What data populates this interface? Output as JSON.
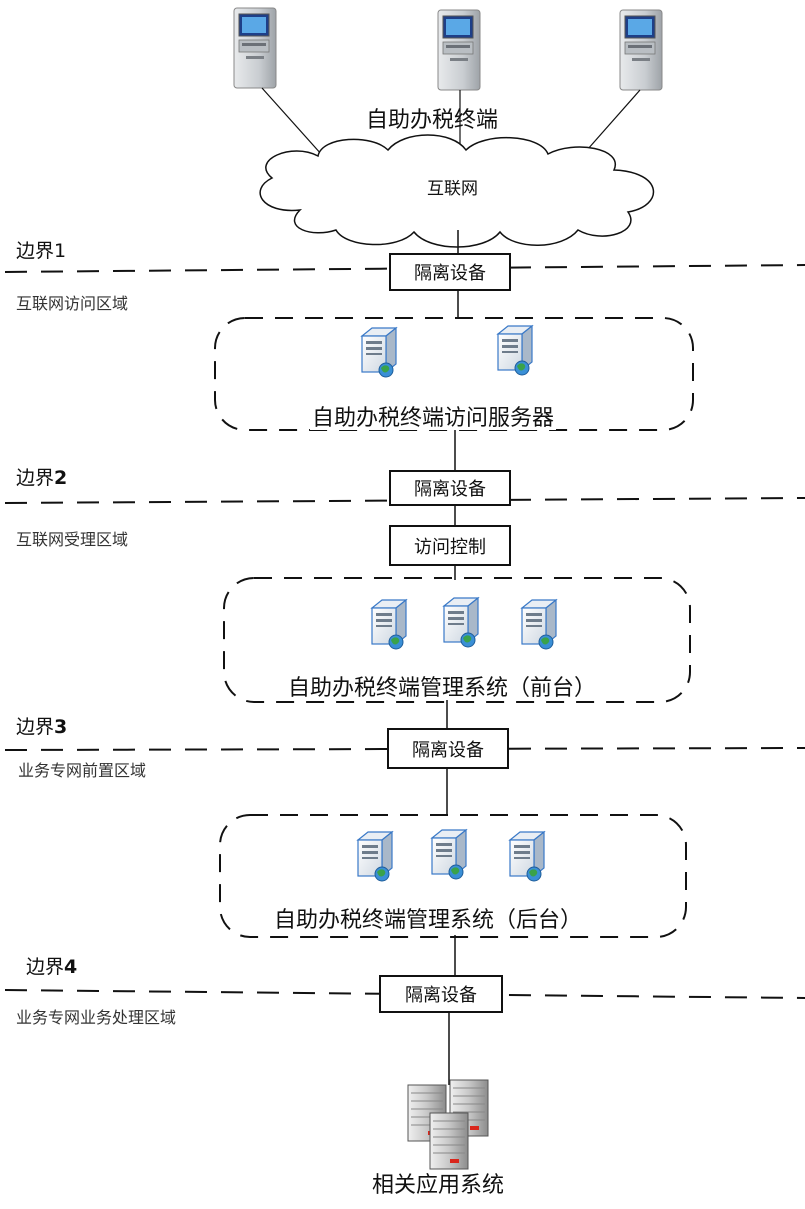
{
  "terminals_label": "自助办税终端",
  "internet_label": "互联网",
  "boundaries": [
    {
      "prefix": "边界",
      "num": "1"
    },
    {
      "prefix": "边界",
      "num": "2"
    },
    {
      "prefix": "边界",
      "num": "3"
    },
    {
      "prefix": "边界",
      "num": "4"
    }
  ],
  "zones": [
    "互联网访问区域",
    "互联网受理区域",
    "业务专网前置区域",
    "业务专网业务处理区域"
  ],
  "isolation_label": "隔离设备",
  "access_control_label": "访问控制",
  "groups": [
    {
      "label": "自助办税终端访问服务器",
      "server_count": 2
    },
    {
      "label": "自助办税终端管理系统（前台）",
      "server_count": 3
    },
    {
      "label": "自助办税终端管理系统（后台）",
      "server_count": 3
    }
  ],
  "related_systems_label": "相关应用系统",
  "colors": {
    "line": "#111111",
    "server_blue": "#3a79c7",
    "globe_green": "#3aa24a",
    "rack_red": "#d9261c"
  }
}
